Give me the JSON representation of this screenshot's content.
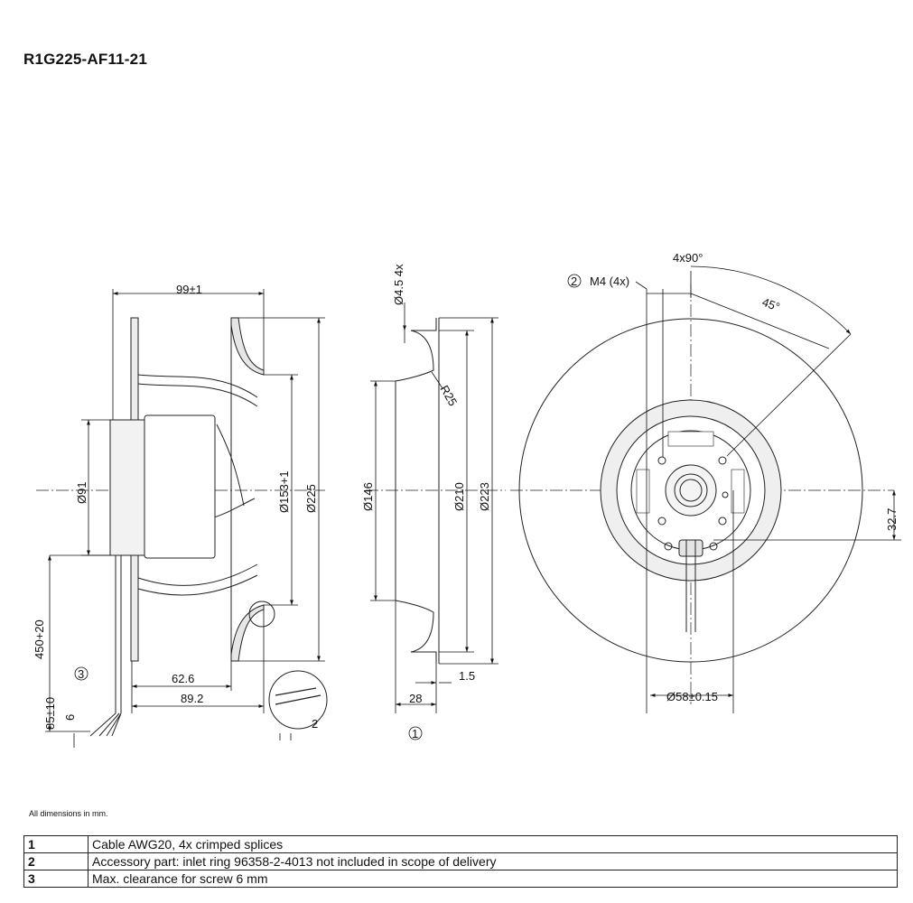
{
  "title": "R1G225-AF11-21",
  "note": "All dimensions in mm.",
  "dims": {
    "width99": "99±1",
    "d91": "Ø91",
    "d153": "Ø153+1",
    "d225": "Ø225",
    "l450": "450+20",
    "l62": "62.6",
    "l89": "89.2",
    "l85": "85±10",
    "l6": "6",
    "l2": "2",
    "d45": "Ø4.5 4x",
    "r25": "R25",
    "d146": "Ø146",
    "d210": "Ø210",
    "d223": "Ø223",
    "l15": "1.5",
    "l28": "28",
    "a4x90": "4x90°",
    "m4": "M4 (4x)",
    "a45": "45°",
    "l327": "32.7",
    "d58": "Ø58±0.15"
  },
  "callouts": {
    "c1": "1",
    "c2": "2",
    "c3": "3"
  },
  "legend": [
    {
      "num": "1",
      "text": "Cable AWG20, 4x crimped splices"
    },
    {
      "num": "2",
      "text": "Accessory part: inlet ring 96358-2-4013 not included in scope of delivery"
    },
    {
      "num": "3",
      "text": "Max. clearance for screw 6 mm"
    }
  ]
}
